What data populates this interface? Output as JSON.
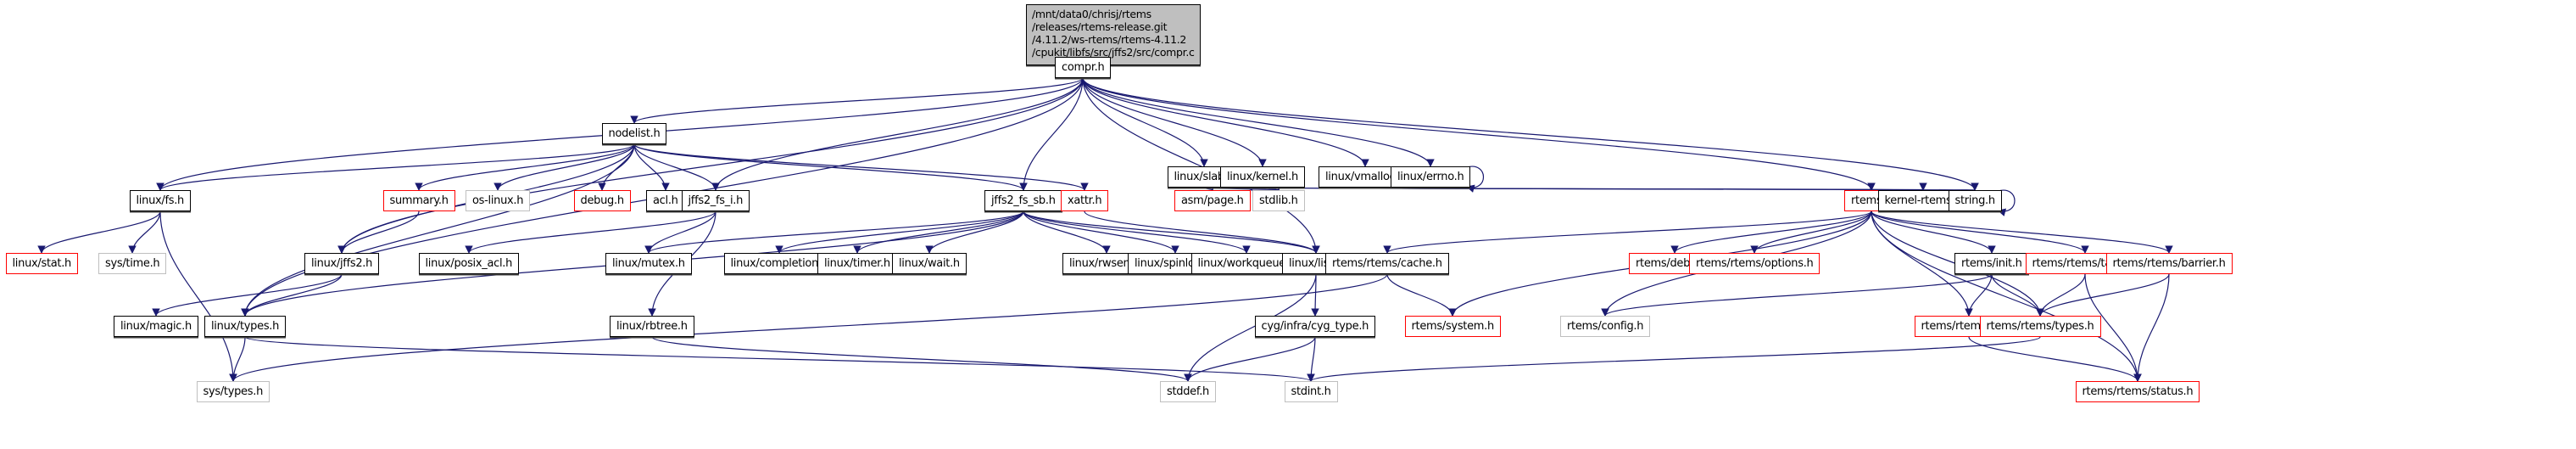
{
  "title": "Include dependency graph for compr.c",
  "colors": {
    "edge": "#191970",
    "node_border": "#000000",
    "missing_border": "#bfbfbf",
    "undocumented_border": "#ff0000",
    "root_fill": "#bfbfbf"
  },
  "nodes": [
    {
      "id": "root",
      "label": "/mnt/data0/chrisj/rtems\n/releases/rtems-release.git\n/4.11.2/ws-rtems/rtems-4.11.2\n/cpukit/libfs/src/jffs2/src/compr.c",
      "kind": "root"
    },
    {
      "id": "compr_h",
      "label": "compr.h",
      "kind": "normal"
    },
    {
      "id": "nodelist_h",
      "label": "nodelist.h",
      "kind": "normal"
    },
    {
      "id": "linux_slab_h",
      "label": "linux/slab.h",
      "kind": "normal"
    },
    {
      "id": "linux_kernel_h",
      "label": "linux/kernel.h",
      "kind": "normal"
    },
    {
      "id": "linux_vmalloc_h",
      "label": "linux/vmalloc.h",
      "kind": "normal"
    },
    {
      "id": "linux_errno_h",
      "label": "linux/errno.h",
      "kind": "normal"
    },
    {
      "id": "linux_fs_h",
      "label": "linux/fs.h",
      "kind": "normal"
    },
    {
      "id": "summary_h",
      "label": "summary.h",
      "kind": "red"
    },
    {
      "id": "os_linux_h",
      "label": "os-linux.h",
      "kind": "missing"
    },
    {
      "id": "debug_h",
      "label": "debug.h",
      "kind": "red"
    },
    {
      "id": "acl_h",
      "label": "acl.h",
      "kind": "normal"
    },
    {
      "id": "jffs2_fs_i_h",
      "label": "jffs2_fs_i.h",
      "kind": "normal"
    },
    {
      "id": "jffs2_fs_sb_h",
      "label": "jffs2_fs_sb.h",
      "kind": "normal"
    },
    {
      "id": "xattr_h",
      "label": "xattr.h",
      "kind": "red"
    },
    {
      "id": "asm_page_h",
      "label": "asm/page.h",
      "kind": "red"
    },
    {
      "id": "stdlib_h",
      "label": "stdlib.h",
      "kind": "missing"
    },
    {
      "id": "rtems_h",
      "label": "rtems.h",
      "kind": "red"
    },
    {
      "id": "kernel_rtems_h",
      "label": "kernel-rtems.h",
      "kind": "normal"
    },
    {
      "id": "string_h",
      "label": "string.h",
      "kind": "normal"
    },
    {
      "id": "linux_stat_h",
      "label": "linux/stat.h",
      "kind": "red"
    },
    {
      "id": "sys_time_h",
      "label": "sys/time.h",
      "kind": "missing"
    },
    {
      "id": "linux_jffs2_h",
      "label": "linux/jffs2.h",
      "kind": "normal"
    },
    {
      "id": "linux_posix_acl_h",
      "label": "linux/posix_acl.h",
      "kind": "normal"
    },
    {
      "id": "linux_mutex_h",
      "label": "linux/mutex.h",
      "kind": "normal"
    },
    {
      "id": "linux_completion_h",
      "label": "linux/completion.h",
      "kind": "normal"
    },
    {
      "id": "linux_timer_h",
      "label": "linux/timer.h",
      "kind": "normal"
    },
    {
      "id": "linux_wait_h",
      "label": "linux/wait.h",
      "kind": "normal"
    },
    {
      "id": "linux_rwsem_h",
      "label": "linux/rwsem.h",
      "kind": "normal"
    },
    {
      "id": "linux_spinlock_h",
      "label": "linux/spinlock.h",
      "kind": "normal"
    },
    {
      "id": "linux_workqueue_h",
      "label": "linux/workqueue.h",
      "kind": "normal"
    },
    {
      "id": "linux_list_h",
      "label": "linux/list.h",
      "kind": "normal"
    },
    {
      "id": "rtems_rtems_cache_h",
      "label": "rtems/rtems/cache.h",
      "kind": "normal"
    },
    {
      "id": "rtems_debug_h",
      "label": "rtems/debug.h",
      "kind": "red"
    },
    {
      "id": "rtems_rtems_options_h",
      "label": "rtems/rtems/options.h",
      "kind": "red"
    },
    {
      "id": "rtems_init_h",
      "label": "rtems/init.h",
      "kind": "normal"
    },
    {
      "id": "rtems_rtems_tasks_h",
      "label": "rtems/rtems/tasks.h",
      "kind": "red"
    },
    {
      "id": "rtems_rtems_barrier_h",
      "label": "rtems/rtems/barrier.h",
      "kind": "red"
    },
    {
      "id": "linux_magic_h",
      "label": "linux/magic.h",
      "kind": "normal"
    },
    {
      "id": "linux_types_h",
      "label": "linux/types.h",
      "kind": "normal"
    },
    {
      "id": "linux_rbtree_h",
      "label": "linux/rbtree.h",
      "kind": "normal"
    },
    {
      "id": "cyg_infra_cyg_type_h",
      "label": "cyg/infra/cyg_type.h",
      "kind": "normal"
    },
    {
      "id": "rtems_system_h",
      "label": "rtems/system.h",
      "kind": "red"
    },
    {
      "id": "rtems_config_h",
      "label": "rtems/config.h",
      "kind": "missing"
    },
    {
      "id": "rtems_rtems_intr_h",
      "label": "rtems/rtems/intr.h",
      "kind": "red"
    },
    {
      "id": "rtems_rtems_types_h",
      "label": "rtems/rtems/types.h",
      "kind": "red"
    },
    {
      "id": "sys_types_h",
      "label": "sys/types.h",
      "kind": "missing"
    },
    {
      "id": "stddef_h",
      "label": "stddef.h",
      "kind": "missing"
    },
    {
      "id": "stdint_h",
      "label": "stdint.h",
      "kind": "missing"
    },
    {
      "id": "rtems_rtems_status_h",
      "label": "rtems/rtems/status.h",
      "kind": "red"
    }
  ],
  "edges": [
    [
      "root",
      "compr_h"
    ],
    [
      "compr_h",
      "nodelist_h"
    ],
    [
      "compr_h",
      "linux_slab_h"
    ],
    [
      "compr_h",
      "linux_kernel_h"
    ],
    [
      "compr_h",
      "linux_vmalloc_h"
    ],
    [
      "compr_h",
      "linux_errno_h"
    ],
    [
      "compr_h",
      "linux_fs_h"
    ],
    [
      "compr_h",
      "linux_jffs2_h"
    ],
    [
      "compr_h",
      "linux_types_h"
    ],
    [
      "compr_h",
      "jffs2_fs_i_h"
    ],
    [
      "compr_h",
      "jffs2_fs_sb_h"
    ],
    [
      "compr_h",
      "linux_list_h"
    ],
    [
      "compr_h",
      "rtems_h"
    ],
    [
      "compr_h",
      "string_h"
    ],
    [
      "linux_errno_h",
      "linux_errno_h"
    ],
    [
      "string_h",
      "string_h"
    ],
    [
      "nodelist_h",
      "linux_fs_h"
    ],
    [
      "nodelist_h",
      "summary_h"
    ],
    [
      "nodelist_h",
      "os_linux_h"
    ],
    [
      "nodelist_h",
      "debug_h"
    ],
    [
      "nodelist_h",
      "acl_h"
    ],
    [
      "nodelist_h",
      "jffs2_fs_i_h"
    ],
    [
      "nodelist_h",
      "jffs2_fs_sb_h"
    ],
    [
      "nodelist_h",
      "xattr_h"
    ],
    [
      "nodelist_h",
      "linux_jffs2_h"
    ],
    [
      "nodelist_h",
      "linux_types_h"
    ],
    [
      "linux_slab_h",
      "asm_page_h"
    ],
    [
      "linux_slab_h",
      "stdlib_h"
    ],
    [
      "linux_kernel_h",
      "stdlib_h"
    ],
    [
      "linux_kernel_h",
      "rtems_h"
    ],
    [
      "linux_kernel_h",
      "kernel_rtems_h"
    ],
    [
      "linux_kernel_h",
      "string_h"
    ],
    [
      "linux_fs_h",
      "linux_stat_h"
    ],
    [
      "linux_fs_h",
      "sys_time_h"
    ],
    [
      "linux_fs_h",
      "sys_types_h"
    ],
    [
      "summary_h",
      "linux_jffs2_h"
    ],
    [
      "jffs2_fs_i_h",
      "linux_posix_acl_h"
    ],
    [
      "jffs2_fs_i_h",
      "linux_mutex_h"
    ],
    [
      "jffs2_fs_i_h",
      "linux_rbtree_h"
    ],
    [
      "jffs2_fs_sb_h",
      "linux_mutex_h"
    ],
    [
      "jffs2_fs_sb_h",
      "linux_completion_h"
    ],
    [
      "jffs2_fs_sb_h",
      "linux_timer_h"
    ],
    [
      "jffs2_fs_sb_h",
      "linux_wait_h"
    ],
    [
      "jffs2_fs_sb_h",
      "linux_rwsem_h"
    ],
    [
      "jffs2_fs_sb_h",
      "linux_spinlock_h"
    ],
    [
      "jffs2_fs_sb_h",
      "linux_workqueue_h"
    ],
    [
      "jffs2_fs_sb_h",
      "linux_list_h"
    ],
    [
      "jffs2_fs_sb_h",
      "linux_types_h"
    ],
    [
      "xattr_h",
      "linux_list_h"
    ],
    [
      "linux_jffs2_h",
      "linux_magic_h"
    ],
    [
      "linux_jffs2_h",
      "linux_types_h"
    ],
    [
      "linux_types_h",
      "sys_types_h"
    ],
    [
      "linux_types_h",
      "stdint_h"
    ],
    [
      "linux_rbtree_h",
      "stddef_h"
    ],
    [
      "linux_list_h",
      "cyg_infra_cyg_type_h"
    ],
    [
      "linux_list_h",
      "stddef_h"
    ],
    [
      "cyg_infra_cyg_type_h",
      "stddef_h"
    ],
    [
      "cyg_infra_cyg_type_h",
      "stdint_h"
    ],
    [
      "rtems_rtems_cache_h",
      "sys_types_h"
    ],
    [
      "rtems_rtems_cache_h",
      "rtems_system_h"
    ],
    [
      "rtems_h",
      "rtems_rtems_cache_h"
    ],
    [
      "rtems_h",
      "rtems_debug_h"
    ],
    [
      "rtems_h",
      "rtems_rtems_options_h"
    ],
    [
      "rtems_h",
      "rtems_init_h"
    ],
    [
      "rtems_h",
      "rtems_rtems_tasks_h"
    ],
    [
      "rtems_h",
      "rtems_rtems_barrier_h"
    ],
    [
      "rtems_h",
      "rtems_system_h"
    ],
    [
      "rtems_h",
      "rtems_config_h"
    ],
    [
      "rtems_h",
      "rtems_rtems_intr_h"
    ],
    [
      "rtems_h",
      "rtems_rtems_types_h"
    ],
    [
      "rtems_h",
      "rtems_rtems_status_h"
    ],
    [
      "rtems_init_h",
      "rtems_config_h"
    ],
    [
      "rtems_init_h",
      "rtems_rtems_intr_h"
    ],
    [
      "rtems_init_h",
      "rtems_rtems_types_h"
    ],
    [
      "rtems_rtems_tasks_h",
      "rtems_rtems_types_h"
    ],
    [
      "rtems_rtems_tasks_h",
      "rtems_rtems_status_h"
    ],
    [
      "rtems_rtems_barrier_h",
      "rtems_rtems_types_h"
    ],
    [
      "rtems_rtems_barrier_h",
      "rtems_rtems_status_h"
    ],
    [
      "rtems_rtems_intr_h",
      "rtems_rtems_status_h"
    ],
    [
      "rtems_rtems_types_h",
      "stdint_h"
    ]
  ]
}
